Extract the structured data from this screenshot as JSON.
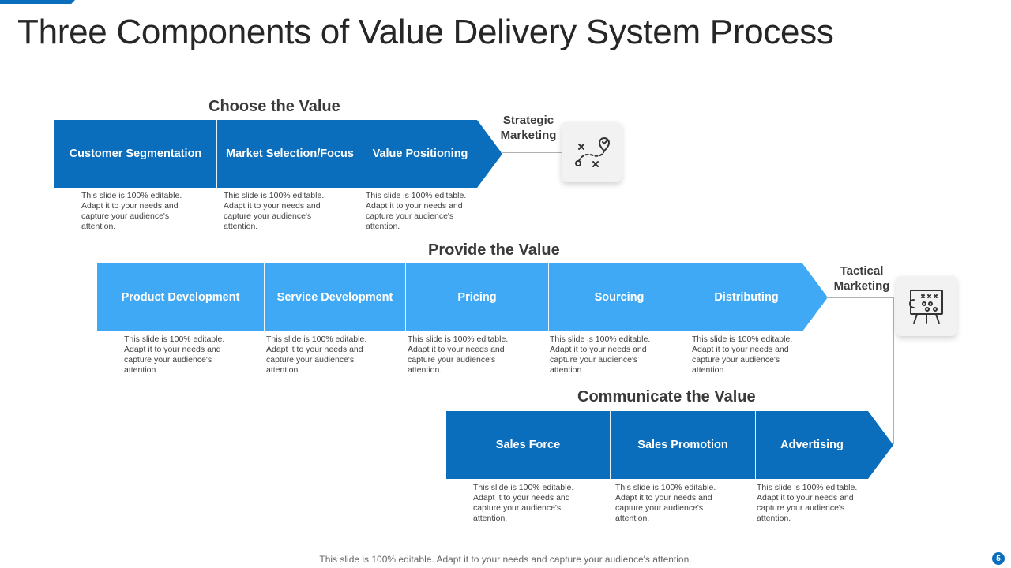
{
  "slide": {
    "title": "Three Components of Value Delivery System Process",
    "footer": "This slide is 100% editable. Adapt it to your needs and capture your audience's attention.",
    "page_number": "5"
  },
  "description_text": "This slide is 100% editable.  Adapt it to your needs and capture your audience's attention.",
  "choose": {
    "heading": "Choose the Value",
    "items": [
      {
        "label": "Customer Segmentation"
      },
      {
        "label": "Market Selection/Focus"
      },
      {
        "label": "Value Positioning"
      }
    ],
    "side_label": "Strategic Marketing",
    "side_icon": "strategy-map-icon"
  },
  "provide": {
    "heading": "Provide the Value",
    "items": [
      {
        "label": "Product Development"
      },
      {
        "label": "Service Development"
      },
      {
        "label": "Pricing"
      },
      {
        "label": "Sourcing"
      },
      {
        "label": "Distributing"
      }
    ],
    "side_label": "Tactical Marketing",
    "side_icon": "tactics-board-icon"
  },
  "communicate": {
    "heading": "Communicate the Value",
    "items": [
      {
        "label": "Sales Force"
      },
      {
        "label": "Sales Promotion"
      },
      {
        "label": "Advertising"
      }
    ]
  },
  "colors": {
    "dark_blue": "#0a6ebd",
    "light_blue": "#40a9f5",
    "connector_gray": "#b0b0b0"
  }
}
